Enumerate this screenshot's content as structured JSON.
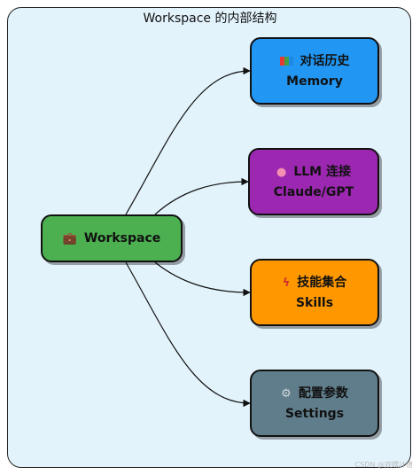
{
  "title": "Workspace 的内部结构",
  "nodes": {
    "workspace": {
      "icon": "briefcase-icon",
      "label": "Workspace"
    },
    "memory": {
      "icon": "books-icon",
      "line1": "对话历史",
      "line2": "Memory"
    },
    "llm": {
      "icon": "brain-icon",
      "line1": "LLM 连接",
      "line2": "Claude/GPT"
    },
    "skills": {
      "icon": "lightning-icon",
      "line1": "技能集合",
      "line2": "Skills"
    },
    "settings": {
      "icon": "gear-icon",
      "line1": "配置参数",
      "line2": "Settings"
    }
  },
  "colors": {
    "container_bg": "#e3f3fc",
    "workspace": "#4caf50",
    "memory": "#2196f3",
    "llm": "#9c27b0",
    "skills": "#ff9800",
    "settings": "#607d8b"
  },
  "watermark": "CSDN @双蝶计谱"
}
